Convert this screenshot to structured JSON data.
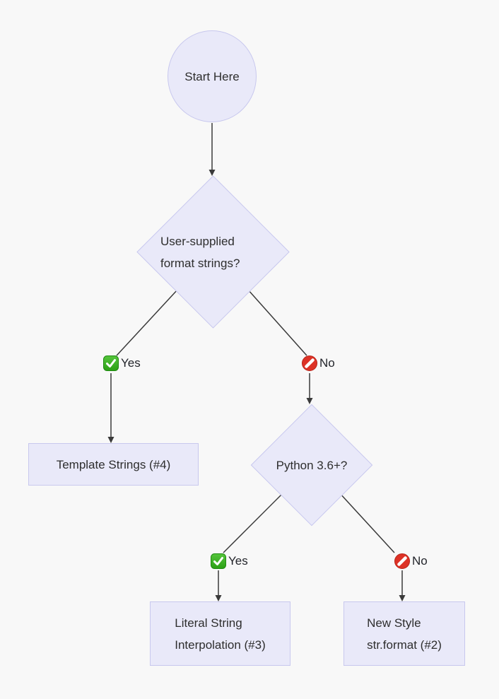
{
  "flowchart": {
    "nodes": {
      "start": {
        "label": "Start Here"
      },
      "decision1": {
        "line1": "User-supplied",
        "line2": "format strings?"
      },
      "decision2": {
        "label": "Python 3.6+?"
      },
      "template_strings": {
        "label": "Template Strings (#4)"
      },
      "literal_interpolation": {
        "line1": "Literal String",
        "line2": "Interpolation (#3)"
      },
      "str_format": {
        "line1": "New Style",
        "line2": "str.format (#2)"
      }
    },
    "edges": {
      "yes1": {
        "label": "Yes",
        "icon": "check-mark-green"
      },
      "no1": {
        "label": "No",
        "icon": "prohibited-sign-red"
      },
      "yes2": {
        "label": "Yes",
        "icon": "check-mark-green"
      },
      "no2": {
        "label": "No",
        "icon": "prohibited-sign-red"
      }
    },
    "colors": {
      "background": "#f8f8f8",
      "node_fill": "#e9e9f9",
      "node_border": "#c8c8ee",
      "edge_line": "#3a3a3a",
      "text": "#2e2e2e",
      "check_green": "#3fb226",
      "prohibited_red": "#dd3226"
    }
  }
}
